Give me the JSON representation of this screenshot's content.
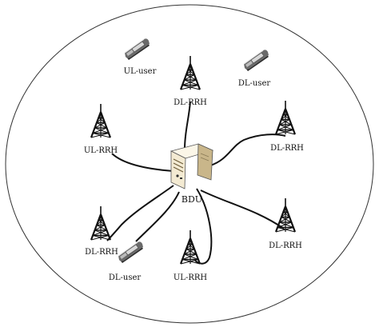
{
  "colors": {
    "ellipse_stroke": "#333333",
    "link": "#111111",
    "tower": "#111111",
    "server_face": "#f3ead2",
    "server_side": "#c9b68a",
    "server_top": "#fbf6e8",
    "phone_body": "#555555",
    "phone_screen": "#d8d8d8"
  },
  "bdu": {
    "label": "BDU",
    "icon": "server-icon"
  },
  "towers": [
    {
      "id": "dl-rrh-top",
      "label": "DL-RRH",
      "icon": "antenna-tower-icon"
    },
    {
      "id": "ul-rrh-left",
      "label": "UL-RRH",
      "icon": "antenna-tower-icon"
    },
    {
      "id": "dl-rrh-right-top",
      "label": "DL-RRH",
      "icon": "antenna-tower-icon"
    },
    {
      "id": "dl-rrh-left-bottom",
      "label": "DL-RRH",
      "icon": "antenna-tower-icon"
    },
    {
      "id": "ul-rrh-bottom",
      "label": "UL-RRH",
      "icon": "antenna-tower-icon"
    },
    {
      "id": "dl-rrh-right-bottom",
      "label": "DL-RRH",
      "icon": "antenna-tower-icon"
    }
  ],
  "users": [
    {
      "id": "ul-user-top",
      "label": "UL-user",
      "icon": "mobile-phone-icon"
    },
    {
      "id": "dl-user-top-right",
      "label": "DL-user",
      "icon": "mobile-phone-icon"
    },
    {
      "id": "dl-user-bottom",
      "label": "DL-user",
      "icon": "mobile-phone-icon"
    }
  ]
}
